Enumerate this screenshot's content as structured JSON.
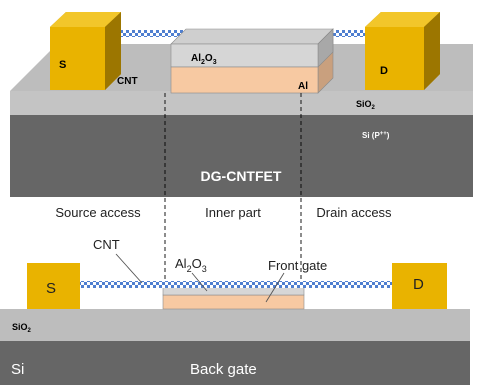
{
  "colors": {
    "contact": "#E9B300",
    "contact_side": "#B98B00",
    "sio2": "#BDBDBD",
    "si": "#666666",
    "al": "#F7C9A2",
    "al2o3": "#D6D6D6",
    "cnt": "#4F7FD0"
  },
  "top": {
    "source": "S",
    "drain": "D",
    "cnt": "CNT",
    "al2o3": "Al",
    "al2o3_sub": "2",
    "al2o3_o": "O",
    "al2o3_sub2": "3",
    "al": "Al",
    "sio2": "SiO",
    "sio2_sub": "2",
    "si": "Si (P",
    "si_sup": "++",
    "si_close": ")",
    "device": "DG-CNTFET"
  },
  "regions": {
    "source_access": "Source access",
    "inner_part": "Inner part",
    "drain_access": "Drain access"
  },
  "bottom": {
    "cnt": "CNT",
    "al2o3": "Al",
    "al2o3_sub": "2",
    "al2o3_o": "O",
    "al2o3_sub2": "3",
    "front_gate": "Front gate",
    "source": "S",
    "drain": "D",
    "sio2": "SiO",
    "sio2_sub": "2",
    "si": "Si",
    "back_gate": "Back gate"
  }
}
